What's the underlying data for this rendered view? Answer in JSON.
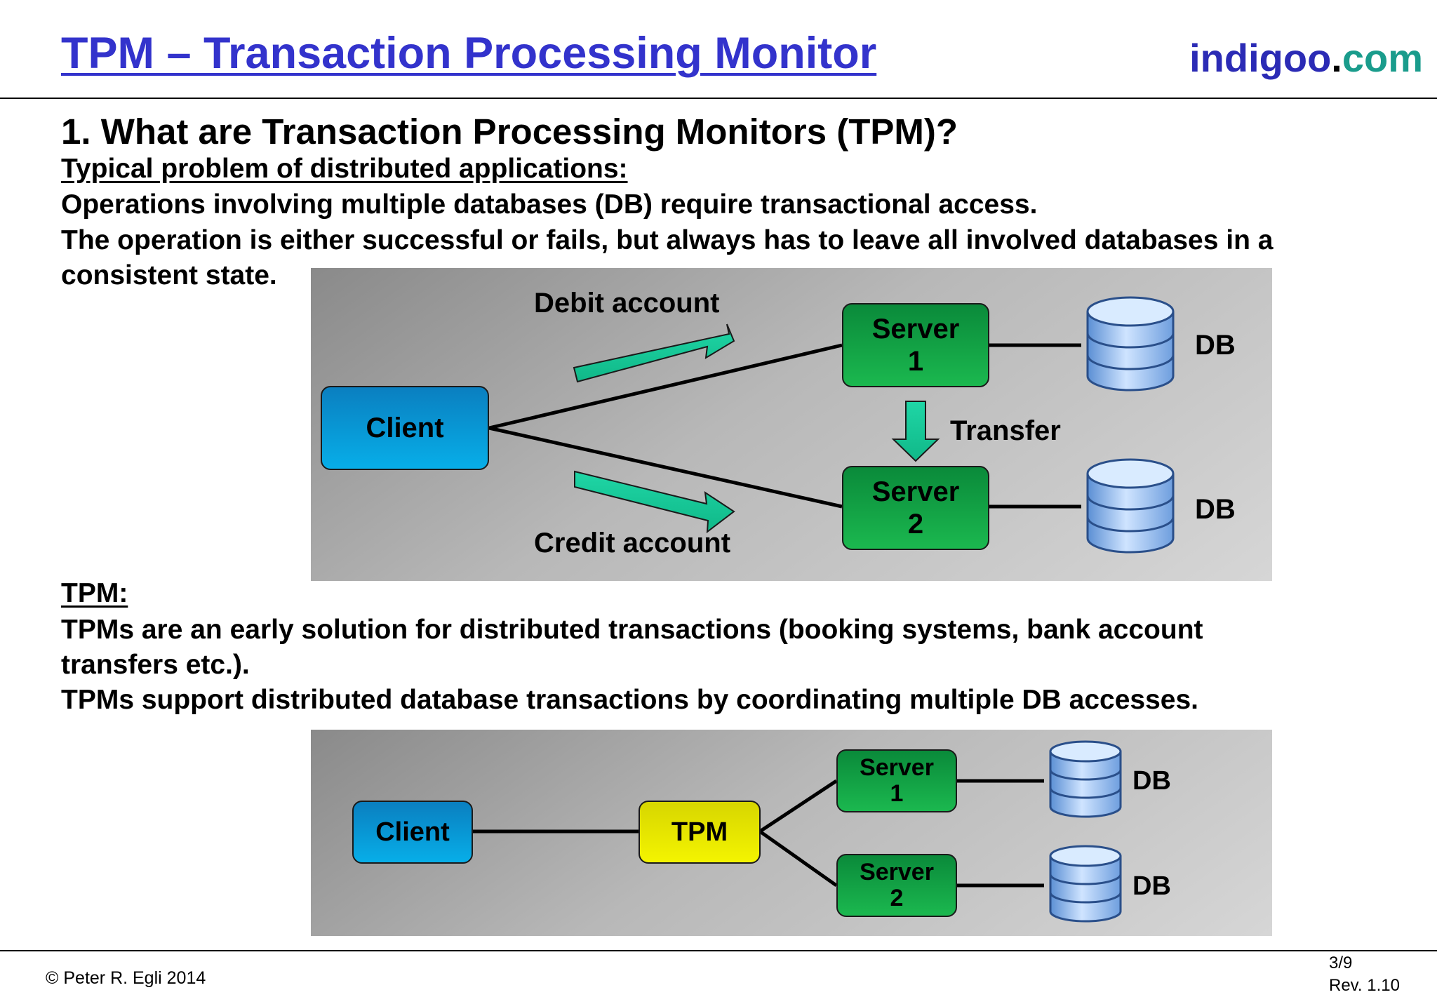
{
  "header": {
    "title": "TPM – Transaction Processing Monitor",
    "brand": {
      "part1": "indigoo",
      "dot": ".",
      "part2": "com"
    }
  },
  "heading": "1. What are Transaction Processing Monitors (TPM)?",
  "section1": {
    "subheading": "Typical problem of distributed applications:",
    "line1": "Operations involving multiple databases (DB) require transactional access.",
    "line2a": "The operation is either successful or fails, but always has to leave all involved databases in a",
    "line2b": "consistent state."
  },
  "diagram1": {
    "client": "Client",
    "server1": {
      "line1": "Server",
      "line2": "1"
    },
    "server2": {
      "line1": "Server",
      "line2": "2"
    },
    "db1": "DB",
    "db2": "DB",
    "debit": "Debit account",
    "credit": "Credit account",
    "transfer": "Transfer"
  },
  "section2": {
    "subheading": "TPM:",
    "line1a": "TPMs are an early solution for distributed transactions (booking systems, bank account",
    "line1b": "transfers etc.).",
    "line2": "TPMs support distributed database transactions by coordinating multiple DB accesses."
  },
  "diagram2": {
    "client": "Client",
    "tpm": "TPM",
    "server1": {
      "line1": "Server",
      "line2": "1"
    },
    "server2": {
      "line1": "Server",
      "line2": "2"
    },
    "db1": "DB",
    "db2": "DB"
  },
  "footer": {
    "copyright": "© Peter R. Egli 2014",
    "page": "3/9",
    "revision": "Rev. 1.10"
  }
}
